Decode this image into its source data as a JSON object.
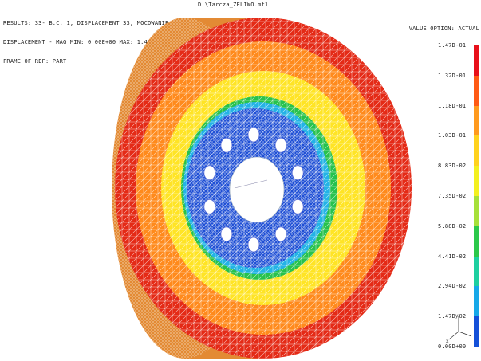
{
  "file_title": "D:\\Tarcza_ZELIWO.mf1",
  "header": {
    "results_line": "RESULTS: 33- B.C. 1, DISPLACEMENT_33, MOCOWANIE",
    "displacement_line": "DISPLACEMENT - MAG MIN: 0.00E+00 MAX: 1.47E-01",
    "frame_line": "FRAME OF REF: PART"
  },
  "value_option": "VALUE OPTION: ACTUAL",
  "legend": {
    "labels": [
      "1.47D-01",
      "1.32D-01",
      "1.18D-01",
      "1.03D-01",
      "8.83D-02",
      "7.35D-02",
      "5.88D-02",
      "4.41D-02",
      "2.94D-02",
      "1.47D-02",
      "0.00D+00"
    ],
    "colors": [
      "#e8101a",
      "#ff5a14",
      "#ff9a1e",
      "#ffd21e",
      "#f3f020",
      "#a6e03a",
      "#2cc84a",
      "#1ecfa0",
      "#16a8e8",
      "#1450d8"
    ]
  },
  "model": {
    "colors": {
      "outer_rim": "#e42a16",
      "band_orange": "#ff8a1c",
      "band_yellow": "#ffe425",
      "band_green": "#27c24d",
      "band_cyan": "#23b3e6",
      "band_blue": "#1f4fd5",
      "side_face": "#e38a34",
      "bore": "#ffffff"
    }
  }
}
